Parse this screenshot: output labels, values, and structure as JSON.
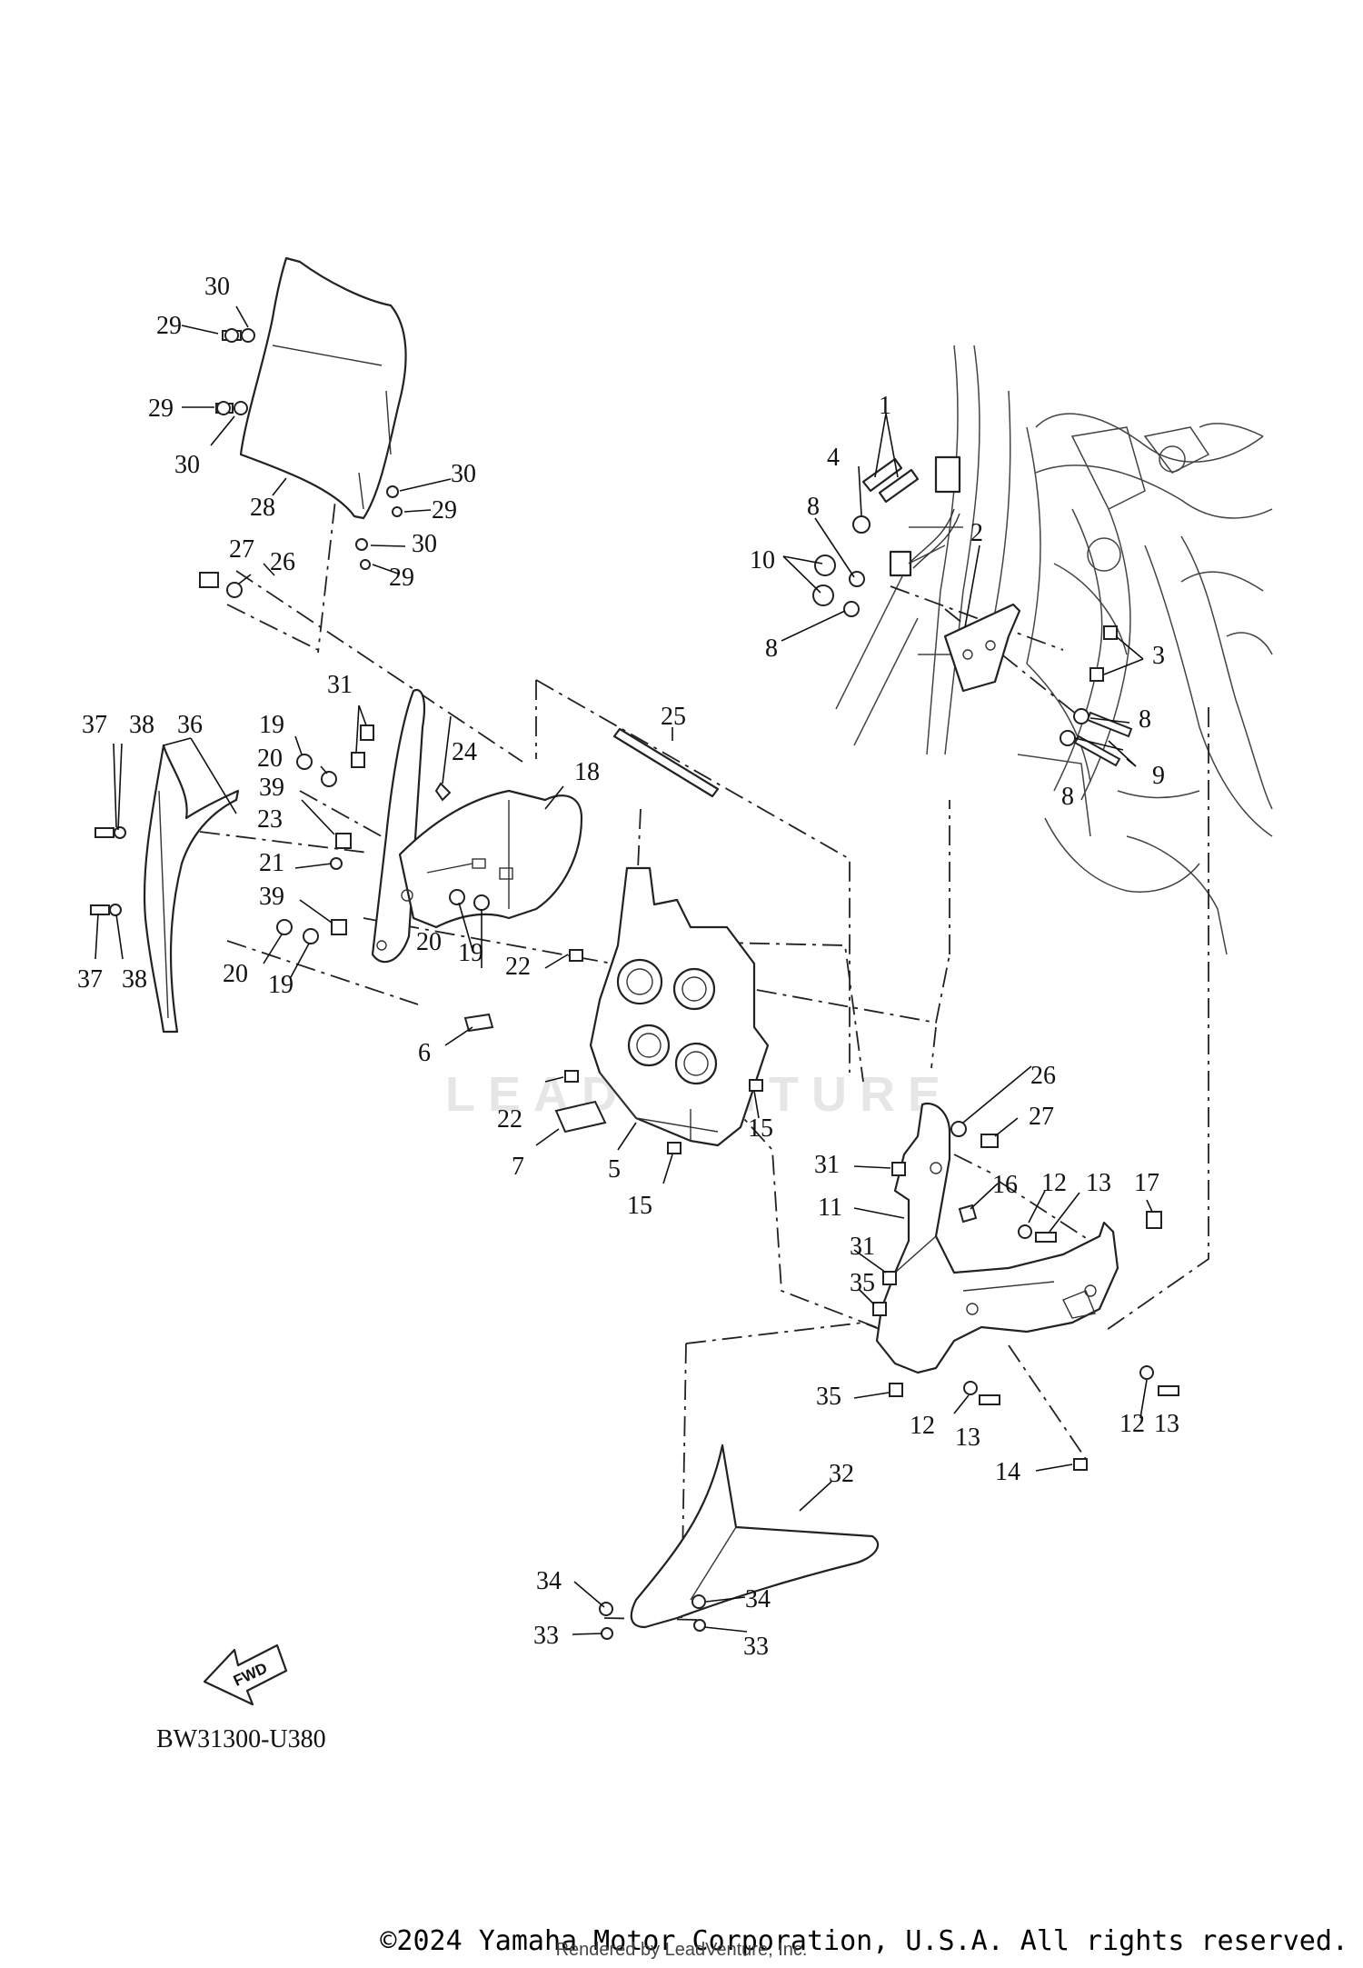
{
  "diagram": {
    "reference_code": "BW31300-U380",
    "fwd_label": "FWD",
    "watermark": "LEADVENTURE",
    "callouts": [
      {
        "id": "c1",
        "text": "1"
      },
      {
        "id": "c2",
        "text": "2"
      },
      {
        "id": "c3",
        "text": "3"
      },
      {
        "id": "c4",
        "text": "4"
      },
      {
        "id": "c5",
        "text": "5"
      },
      {
        "id": "c6",
        "text": "6"
      },
      {
        "id": "c7",
        "text": "7"
      },
      {
        "id": "c8a",
        "text": "8"
      },
      {
        "id": "c8b",
        "text": "8"
      },
      {
        "id": "c8c",
        "text": "8"
      },
      {
        "id": "c8d",
        "text": "8"
      },
      {
        "id": "c9",
        "text": "9"
      },
      {
        "id": "c10",
        "text": "10"
      },
      {
        "id": "c11",
        "text": "11"
      },
      {
        "id": "c12a",
        "text": "12"
      },
      {
        "id": "c12b",
        "text": "12"
      },
      {
        "id": "c12c",
        "text": "12"
      },
      {
        "id": "c13a",
        "text": "13"
      },
      {
        "id": "c13b",
        "text": "13"
      },
      {
        "id": "c13c",
        "text": "13"
      },
      {
        "id": "c14",
        "text": "14"
      },
      {
        "id": "c15a",
        "text": "15"
      },
      {
        "id": "c15b",
        "text": "15"
      },
      {
        "id": "c16",
        "text": "16"
      },
      {
        "id": "c17",
        "text": "17"
      },
      {
        "id": "c18",
        "text": "18"
      },
      {
        "id": "c19a",
        "text": "19"
      },
      {
        "id": "c19b",
        "text": "19"
      },
      {
        "id": "c19c",
        "text": "19"
      },
      {
        "id": "c20a",
        "text": "20"
      },
      {
        "id": "c20b",
        "text": "20"
      },
      {
        "id": "c20c",
        "text": "20"
      },
      {
        "id": "c21",
        "text": "21"
      },
      {
        "id": "c22a",
        "text": "22"
      },
      {
        "id": "c22b",
        "text": "22"
      },
      {
        "id": "c23",
        "text": "23"
      },
      {
        "id": "c24",
        "text": "24"
      },
      {
        "id": "c25",
        "text": "25"
      },
      {
        "id": "c26a",
        "text": "26"
      },
      {
        "id": "c26b",
        "text": "26"
      },
      {
        "id": "c27a",
        "text": "27"
      },
      {
        "id": "c27b",
        "text": "27"
      },
      {
        "id": "c28",
        "text": "28"
      },
      {
        "id": "c29a",
        "text": "29"
      },
      {
        "id": "c29b",
        "text": "29"
      },
      {
        "id": "c29c",
        "text": "29"
      },
      {
        "id": "c29d",
        "text": "29"
      },
      {
        "id": "c30a",
        "text": "30"
      },
      {
        "id": "c30b",
        "text": "30"
      },
      {
        "id": "c30c",
        "text": "30"
      },
      {
        "id": "c30d",
        "text": "30"
      },
      {
        "id": "c31a",
        "text": "31"
      },
      {
        "id": "c31b",
        "text": "31"
      },
      {
        "id": "c31c",
        "text": "31"
      },
      {
        "id": "c32",
        "text": "32"
      },
      {
        "id": "c33a",
        "text": "33"
      },
      {
        "id": "c33b",
        "text": "33"
      },
      {
        "id": "c34a",
        "text": "34"
      },
      {
        "id": "c34b",
        "text": "34"
      },
      {
        "id": "c35a",
        "text": "35"
      },
      {
        "id": "c35b",
        "text": "35"
      },
      {
        "id": "c36",
        "text": "36"
      },
      {
        "id": "c37a",
        "text": "37"
      },
      {
        "id": "c37b",
        "text": "37"
      },
      {
        "id": "c38a",
        "text": "38"
      },
      {
        "id": "c38b",
        "text": "38"
      },
      {
        "id": "c39a",
        "text": "39"
      },
      {
        "id": "c39b",
        "text": "39"
      }
    ]
  },
  "footer": {
    "copyright": "©2024 Yamaha Motor Corporation, U.S.A. All rights reserved.",
    "rendered_by": "Rendered by LeadVenture, Inc."
  }
}
